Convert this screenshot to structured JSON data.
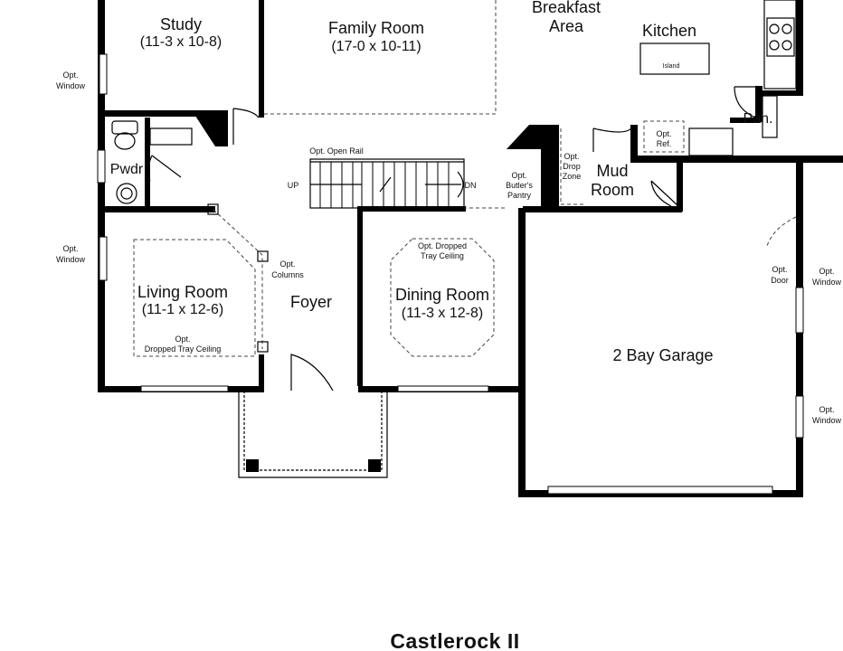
{
  "plan_title": "Castlerock II",
  "rooms": {
    "study": {
      "name": "Study",
      "dims": "(11-3 x 10-8)"
    },
    "family": {
      "name": "Family Room",
      "dims": "(17-0 x 10-11)"
    },
    "breakfast": {
      "line1": "Breakfast",
      "line2": "Area"
    },
    "kitchen": {
      "name": "Kitchen"
    },
    "pantry": {
      "name": "Pan."
    },
    "powder": {
      "name": "Pwdr"
    },
    "mud": {
      "line1": "Mud",
      "line2": "Room"
    },
    "living": {
      "name": "Living Room",
      "dims": "(11-1 x 12-6)"
    },
    "foyer": {
      "name": "Foyer"
    },
    "dining": {
      "name": "Dining Room",
      "dims": "(11-3 x 12-8)"
    },
    "garage": {
      "name": "2 Bay Garage"
    }
  },
  "notes": {
    "island": "Island",
    "opt": "Opt.",
    "window": "Window",
    "door": "Door",
    "ref": "Ref.",
    "open_rail": "Opt. Open Rail",
    "up": "UP",
    "dn": "DN",
    "butlers": "Butler's",
    "pantry": "Pantry",
    "drop": "Drop",
    "zone": "Zone",
    "columns": "Columns",
    "dropped_tray": "Dropped Tray Ceiling",
    "opt_dropped": "Opt. Dropped",
    "tray_ceiling": "Tray Ceiling"
  }
}
